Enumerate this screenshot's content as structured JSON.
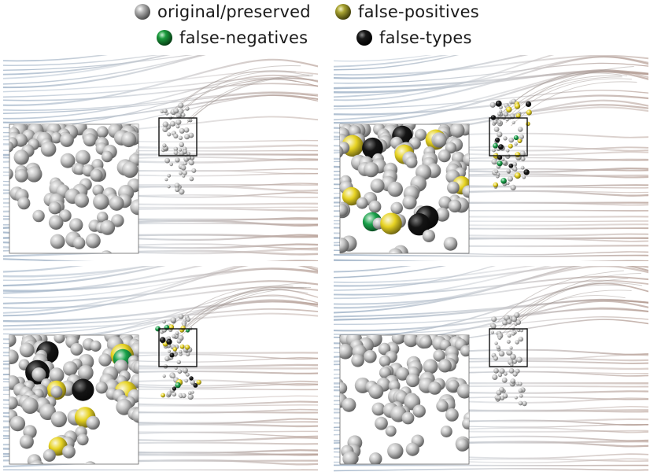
{
  "legend": {
    "items": [
      {
        "label": "original/preserved",
        "color": "#b4b4b4",
        "icon": "gray-sphere-icon"
      },
      {
        "label": "false-positives",
        "color": "#a8a331",
        "icon": "yellow-sphere-icon"
      },
      {
        "label": "false-negatives",
        "color": "#1b9a3c",
        "icon": "green-sphere-icon"
      },
      {
        "label": "false-types",
        "color": "#1a1a1a",
        "icon": "black-sphere-icon"
      }
    ]
  },
  "colors": {
    "streamline_blue": "#93a9c1",
    "streamline_gray": "#c9ccd1",
    "streamline_brown": "#b39a90",
    "sphere_gray": "#c2c2c2",
    "sphere_yellow": "#e7d323",
    "sphere_green": "#19a24a",
    "sphere_black": "#141414"
  },
  "panels": [
    {
      "id": "top-left",
      "fp": 0,
      "fn": 0,
      "ft": 0
    },
    {
      "id": "top-right",
      "fp": 6,
      "fn": 1,
      "ft": 4
    },
    {
      "id": "bottom-left",
      "fp": 5,
      "fn": 1,
      "ft": 3
    },
    {
      "id": "bottom-right",
      "fp": 0,
      "fn": 0,
      "ft": 0
    }
  ]
}
